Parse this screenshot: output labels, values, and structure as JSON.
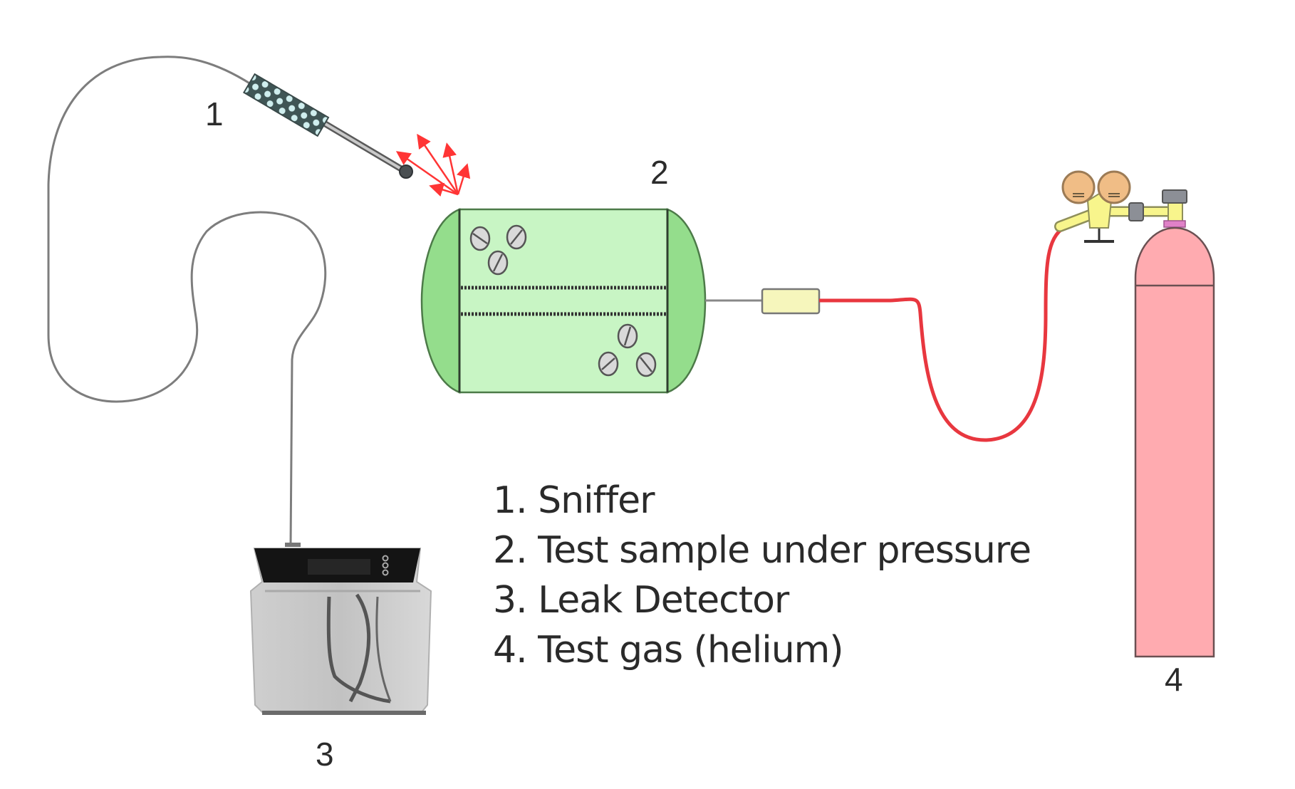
{
  "title": "Sniffer leak testing setup",
  "labels": {
    "sniffer": "1",
    "test_sample": "2",
    "leak_detector": "3",
    "test_gas": "4"
  },
  "legend": [
    "1. Sniffer",
    "2. Test sample under pressure",
    "3. Leak Detector",
    "4. Test gas (helium)"
  ],
  "colors": {
    "tank_fill": "#c8f5c4",
    "tank_cap": "#94dd8c",
    "hose": "#e8373f",
    "cylinder": "#ffabb0",
    "regulator": "#f8f58c",
    "gauge": "#f0bd86",
    "leak_arrows": "#ff3535",
    "cable": "#7a7a7a"
  }
}
